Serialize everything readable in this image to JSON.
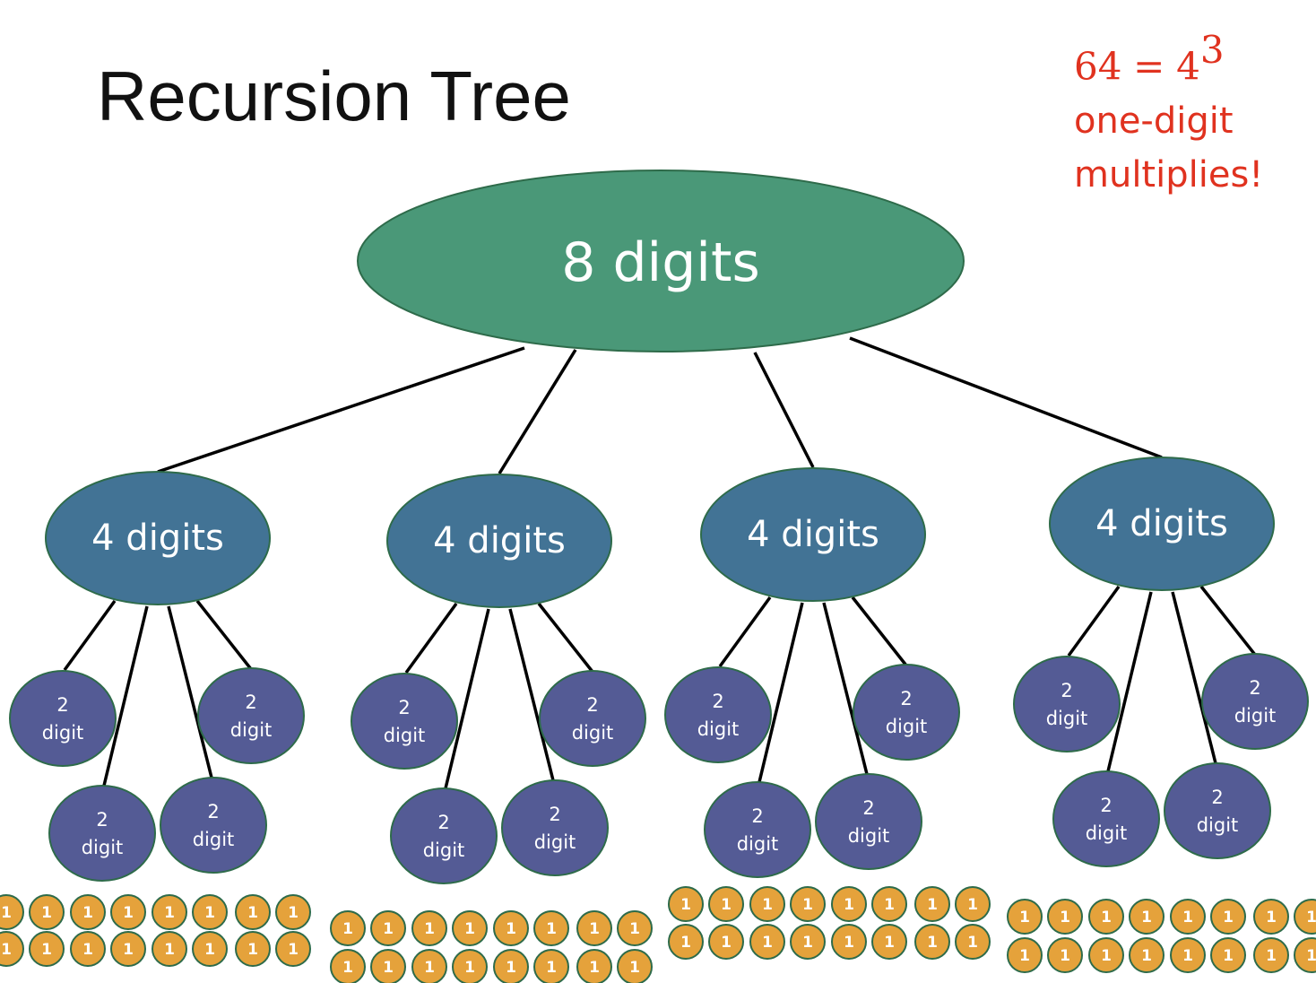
{
  "slide": {
    "title": "Recursion Tree",
    "note": {
      "lhs": "64",
      "equals": "=",
      "base": "4",
      "exponent": "3",
      "line2": "one-digit",
      "line3": "multiplies!"
    }
  },
  "tree": {
    "root": {
      "label": "8 digits",
      "color": "#4a9878"
    },
    "level1": {
      "label": "4 digits",
      "color": "#427395",
      "count": 4
    },
    "level2": {
      "number": "2",
      "word": "digit",
      "color": "#545b95",
      "children_per_node": 4
    },
    "leaves": {
      "label": "1",
      "color": "#e5a23b",
      "per_group": 16
    }
  },
  "colors": {
    "note": "#e0321f",
    "edge": "#000000",
    "node_outline": "#2e6b4a"
  }
}
